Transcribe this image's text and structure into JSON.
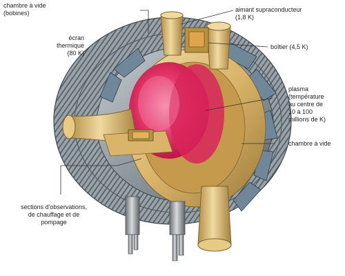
{
  "diagram": {
    "labels": {
      "vacuum_chamber_coils": "chambre à vide\n(bobines)",
      "thermal_screen": "écran\nthermique\n(80 K)",
      "superconducting_magnet": "aimant supraconducteur\n(1,8 K)",
      "casing": "boîtier (4,5 K)",
      "plasma": "plasma\n(température\nau centre de\n10 à 100\nmillions de K)",
      "vacuum_chamber": "chambre à vide",
      "ports": "sections d'observations,\nde chauffage et de\npompage"
    },
    "colors": {
      "coil_grey": "#9aa3aa",
      "coil_dark": "#4a5560",
      "gold": "#d9b46a",
      "gold_dark": "#9c7a3a",
      "plasma_pink": "#e5386a",
      "plasma_light": "#f27fa2",
      "pipe_grey": "#8f9498",
      "leader": "#333333"
    }
  }
}
